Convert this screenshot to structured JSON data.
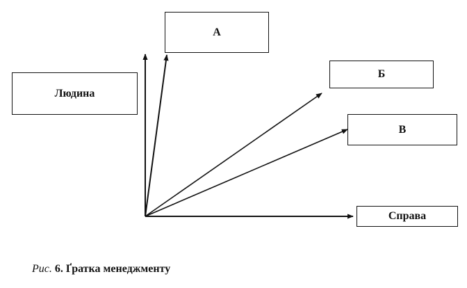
{
  "boxes": {
    "a": "А",
    "b": "Б",
    "v": "В",
    "person": "Людина",
    "task": "Справа"
  },
  "caption": {
    "fig_label": "Рис.",
    "fig_number": "6.",
    "title": "Ґратка менеджменту"
  }
}
